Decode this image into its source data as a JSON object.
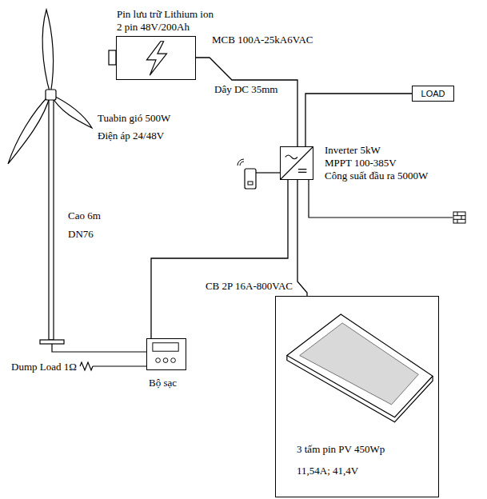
{
  "diagram": {
    "nodes": [
      {
        "text": [
          "Pin lưu trữ Lithium ion",
          "2 pin 48V/200Ah"
        ]
      },
      {
        "text": [
          "LOAD"
        ]
      },
      {
        "text": [
          "Inverter 5kW",
          "MPPT 100-385V",
          "Công suất đầu ra 5000W"
        ]
      },
      {
        "text": [
          "3 tấm pin PV 450Wp",
          "11,54A; 41,4V"
        ]
      },
      {
        "text": [
          "Bộ sạc"
        ]
      }
    ],
    "edges": [
      {
        "from": 0,
        "to": 2,
        "arrow": "none",
        "label": "MCB 100A-25kA6VAC"
      },
      {
        "from": 2,
        "to": 1,
        "arrow": "none"
      },
      {
        "from": 4,
        "to": 2,
        "arrow": "none"
      },
      {
        "from": 3,
        "to": 2,
        "arrow": "none",
        "label": "CB 2P 16A-800VAC"
      }
    ],
    "labels": [
      "Dây DC 35mm",
      "Tuabin gió 500W",
      "Điện áp 24/48V",
      "Cao 6m",
      "DN76",
      "Dump Load 1Ω"
    ]
  }
}
